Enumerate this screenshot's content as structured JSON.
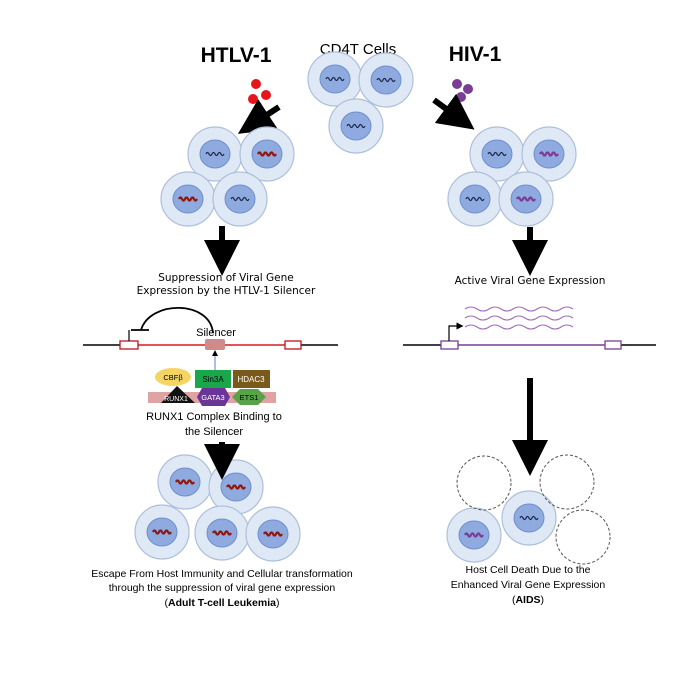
{
  "titles": {
    "htlv": "HTLV-1",
    "cd4t": "CD4T Cells",
    "hiv": "HIV-1"
  },
  "htlv_pathway": {
    "suppression_line1": "Suppression of Viral Gene",
    "suppression_line2": "Expression by the HTLV-1 Silencer",
    "silencer_label": "Silencer",
    "complex_line1": "RUNX1 Complex Binding to",
    "complex_line2": "the Silencer",
    "outcome_line1": "Escape From Host Immunity and Cellular transformation",
    "outcome_line2": "through the suppression of viral gene expression",
    "outcome_open": "(",
    "outcome_disease": "Adult T-cell Leukemia",
    "outcome_close": ")"
  },
  "complex_proteins": {
    "cbfb": "CBFβ",
    "sin3a": "Sin3A",
    "hdac3": "HDAC3",
    "runx1": "RUNX1",
    "gata3": "GATA3",
    "ets1": "ETS1"
  },
  "hiv_pathway": {
    "active_expression": "Active Viral Gene Expression",
    "outcome_line1": "Host Cell Death Due to the",
    "outcome_line2": "Enhanced Viral Gene Expression",
    "outcome_open": "(",
    "outcome_disease": "AIDS",
    "outcome_close": ")"
  },
  "colors": {
    "htlv_virus": "#e8141c",
    "hiv_virus": "#7a3c97",
    "cell_fill": "#dfe9f6",
    "cell_stroke": "#aebfda",
    "nucleus_fill": "#8eaadf",
    "nucleus_stroke": "#6f8fcc",
    "provirus_red": "#8b1a10",
    "provirus_purple": "#7a3c97",
    "htlv_line": "#d81c1c",
    "silencer_box": "#d08a8a",
    "cbfb": "#f5d562",
    "sin3a": "#1aa64a",
    "hdac3": "#7a5a1a",
    "runx1": "#111111",
    "gata3": "#6a3596",
    "ets1": "#58a24a",
    "dna_bar": "#e0a3a3"
  }
}
